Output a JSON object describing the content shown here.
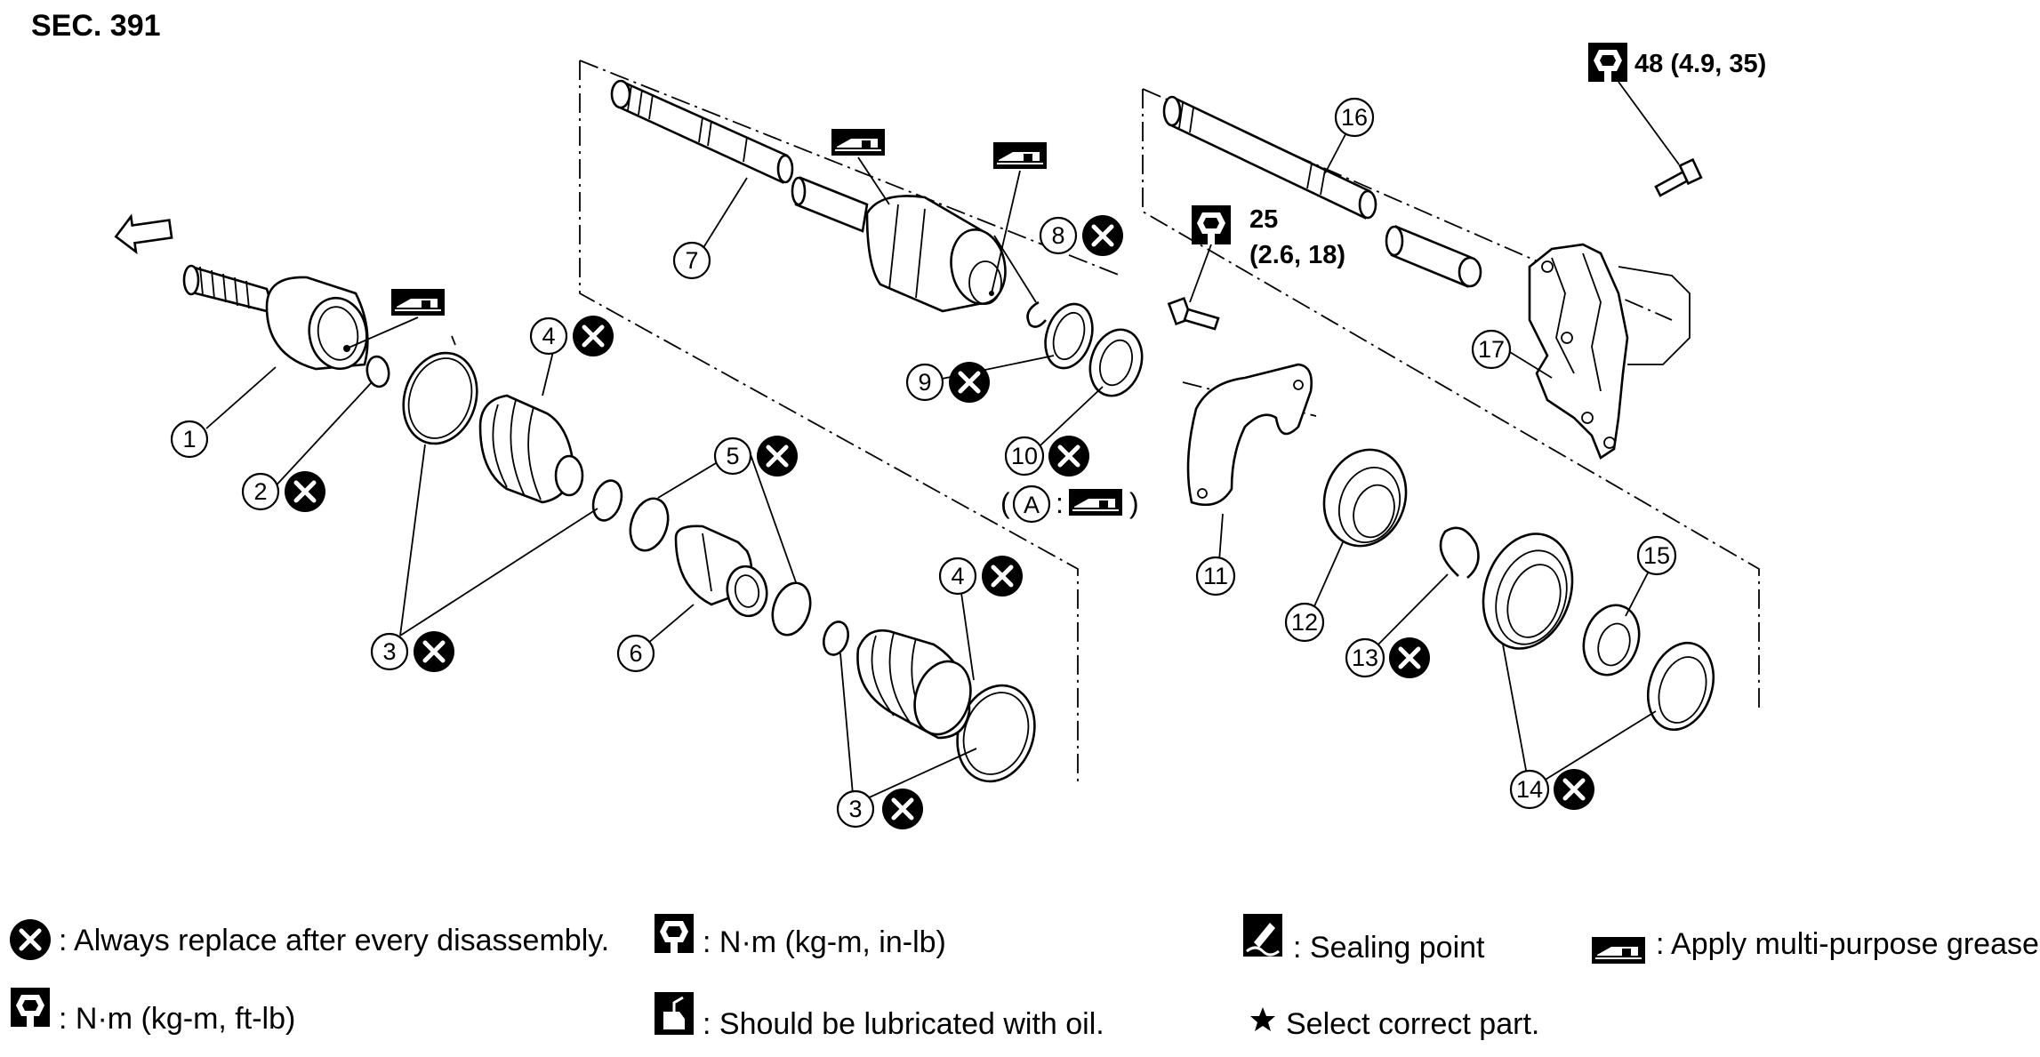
{
  "section": "SEC. 391",
  "torque": {
    "upper_value": "48 (4.9, 35)",
    "mid_value": "25",
    "mid_sub": "(2.6, 18)"
  },
  "note_a": {
    "open": "(",
    "letter": "A",
    "colon": ":",
    "close": ")"
  },
  "parts": [
    "1",
    "2",
    "3",
    "4",
    "5",
    "6",
    "7",
    "8",
    "9",
    "10",
    "11",
    "12",
    "13",
    "14",
    "15",
    "16",
    "17"
  ],
  "legend": {
    "replace": ": Always replace after every disassembly.",
    "nm_in_lb": ": N·m (kg-m, in-lb)",
    "sealing": ": Sealing point",
    "grease": ": Apply multi-purpose grease.",
    "nm_ft_lb": ": N·m (kg-m, ft-lb)",
    "oil": ": Should be lubricated with oil.",
    "select": "Select correct part."
  },
  "icons": {
    "replace": "x-circle-icon",
    "torque_in_lb": "wrench-torque-in-lb-icon",
    "sealing": "sealant-icon",
    "grease": "grease-gun-icon",
    "torque_ft_lb": "wrench-torque-ft-lb-icon",
    "oil": "oil-can-icon",
    "select": "star-icon"
  }
}
